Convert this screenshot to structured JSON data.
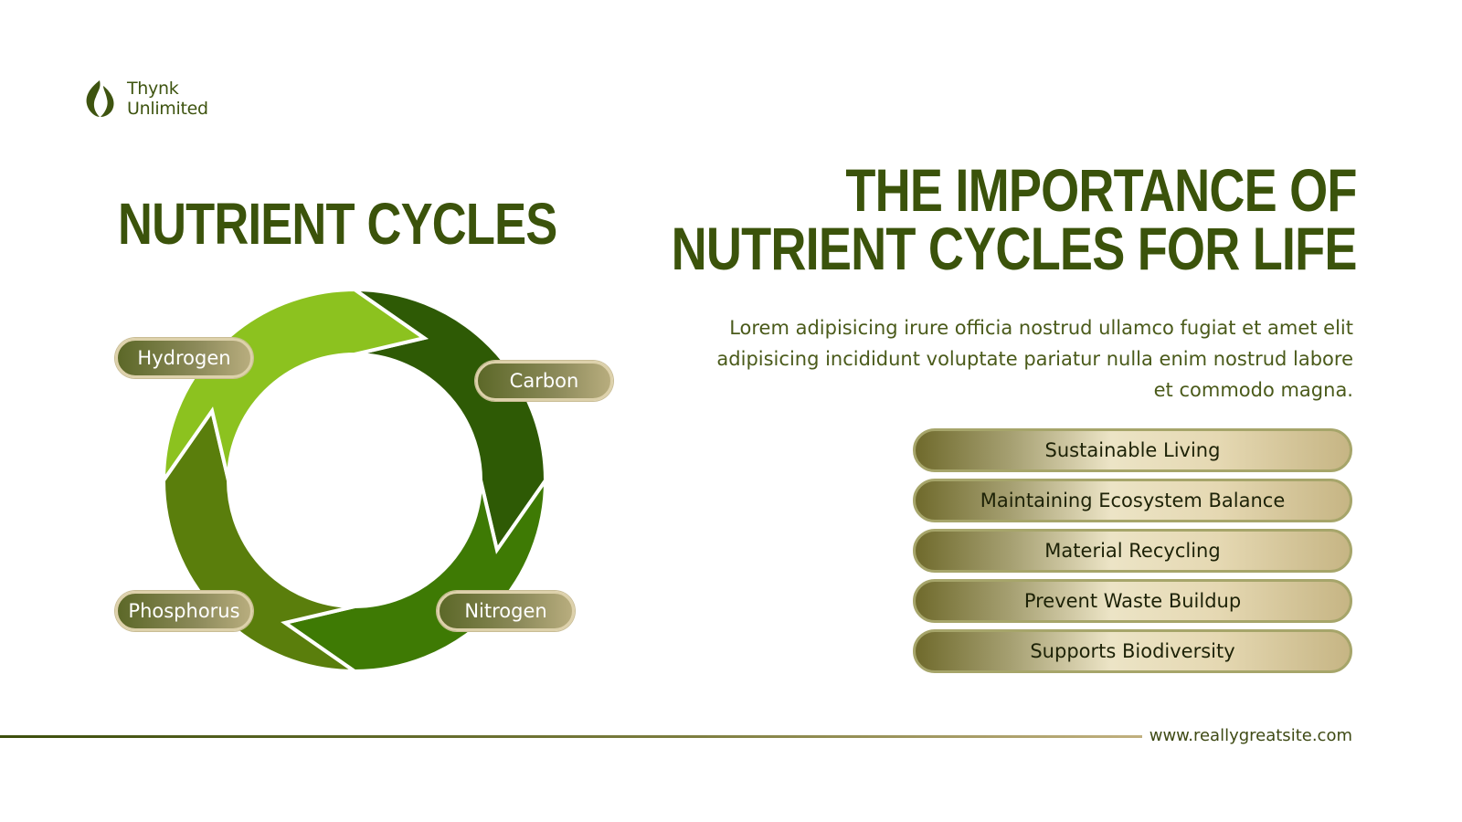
{
  "brand": {
    "line1": "Thynk",
    "line2": "Unlimited"
  },
  "left_title": "NUTRIENT CYCLES",
  "right_title": {
    "line1": "THE IMPORTANCE OF",
    "line2": "NUTRIENT CYCLES FOR LIFE"
  },
  "description": "Lorem adipisicing irure officia nostrud ullamco fugiat et amet elit adipisicing incididunt voluptate pariatur nulla enim nostrud labore et commodo magna.",
  "cycle": {
    "labels": {
      "hydrogen": "Hydrogen",
      "carbon": "Carbon",
      "nitrogen": "Nitrogen",
      "phosphorus": "Phosphorus"
    },
    "colors": {
      "hydrogen": "#8cc21f",
      "carbon": "#2e5a05",
      "nitrogen": "#3e7a04",
      "phosphorus": "#5a7e0c"
    }
  },
  "benefits": [
    "Sustainable Living",
    "Maintaining Ecosystem Balance",
    "Material Recycling",
    "Prevent Waste Buildup",
    "Supports Biodiversity"
  ],
  "footer": {
    "url": "www.reallygreatsite.com"
  }
}
